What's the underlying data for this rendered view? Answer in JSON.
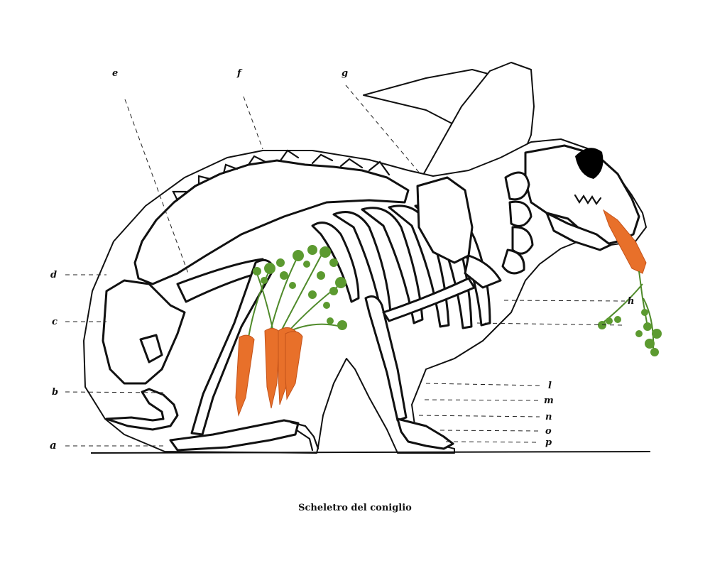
{
  "caption": "Scheletro del coniglio",
  "labels": {
    "a": "a",
    "b": "b",
    "c": "c",
    "d": "d",
    "e": "e",
    "f": "f",
    "g": "g",
    "h": "h",
    "l": "l",
    "m": "m",
    "n": "n",
    "o": "o",
    "p": "p"
  },
  "colors": {
    "ink": "#111111",
    "carrot": "#e8702a",
    "carrot_dark": "#c4531a",
    "greens": "#4f8a2a",
    "paper": "#ffffff"
  }
}
